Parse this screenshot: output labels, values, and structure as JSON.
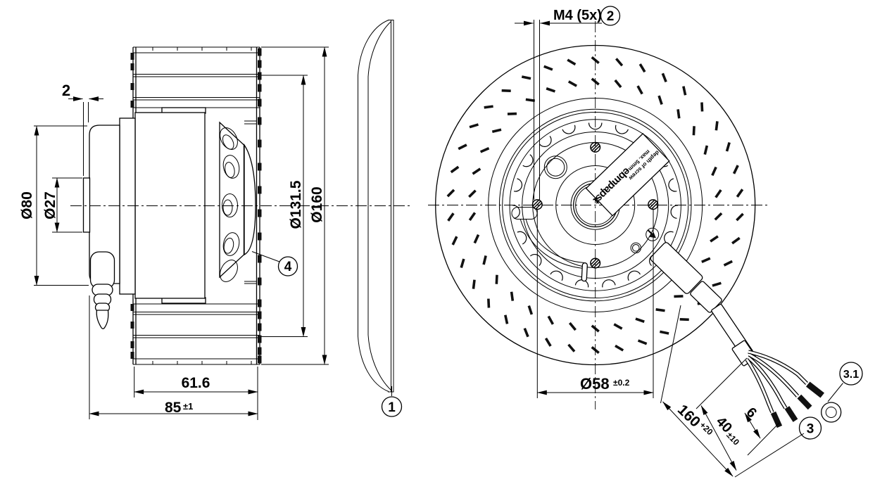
{
  "side_view": {
    "dims": {
      "boss_offset": "2",
      "motor_dia": "Ø80",
      "boss_dia": "Ø27",
      "backplate_dia": "Ø131.5",
      "impeller_dia": "Ø160",
      "motor_depth": "61.6",
      "total_depth": "85",
      "total_depth_tol": "±1"
    },
    "callouts": {
      "inlet_ring": "1",
      "impeller": "4"
    }
  },
  "front_view": {
    "dims": {
      "screw_thread": "M4 (5x)",
      "bolt_circle_dia": "Ø58",
      "bolt_circle_tol": "±0.2",
      "cable_length": "160",
      "cable_length_tol": "+20",
      "lead_length": "40",
      "lead_length_tol": "±10",
      "tip_length": "6"
    },
    "callouts": {
      "screws": "2",
      "leads": "3",
      "ring_terminal": "3.1"
    },
    "hub_label": {
      "brand": "ebmpapst",
      "note_line1": "depth of screw",
      "note_line2": "max. 5mm"
    }
  }
}
